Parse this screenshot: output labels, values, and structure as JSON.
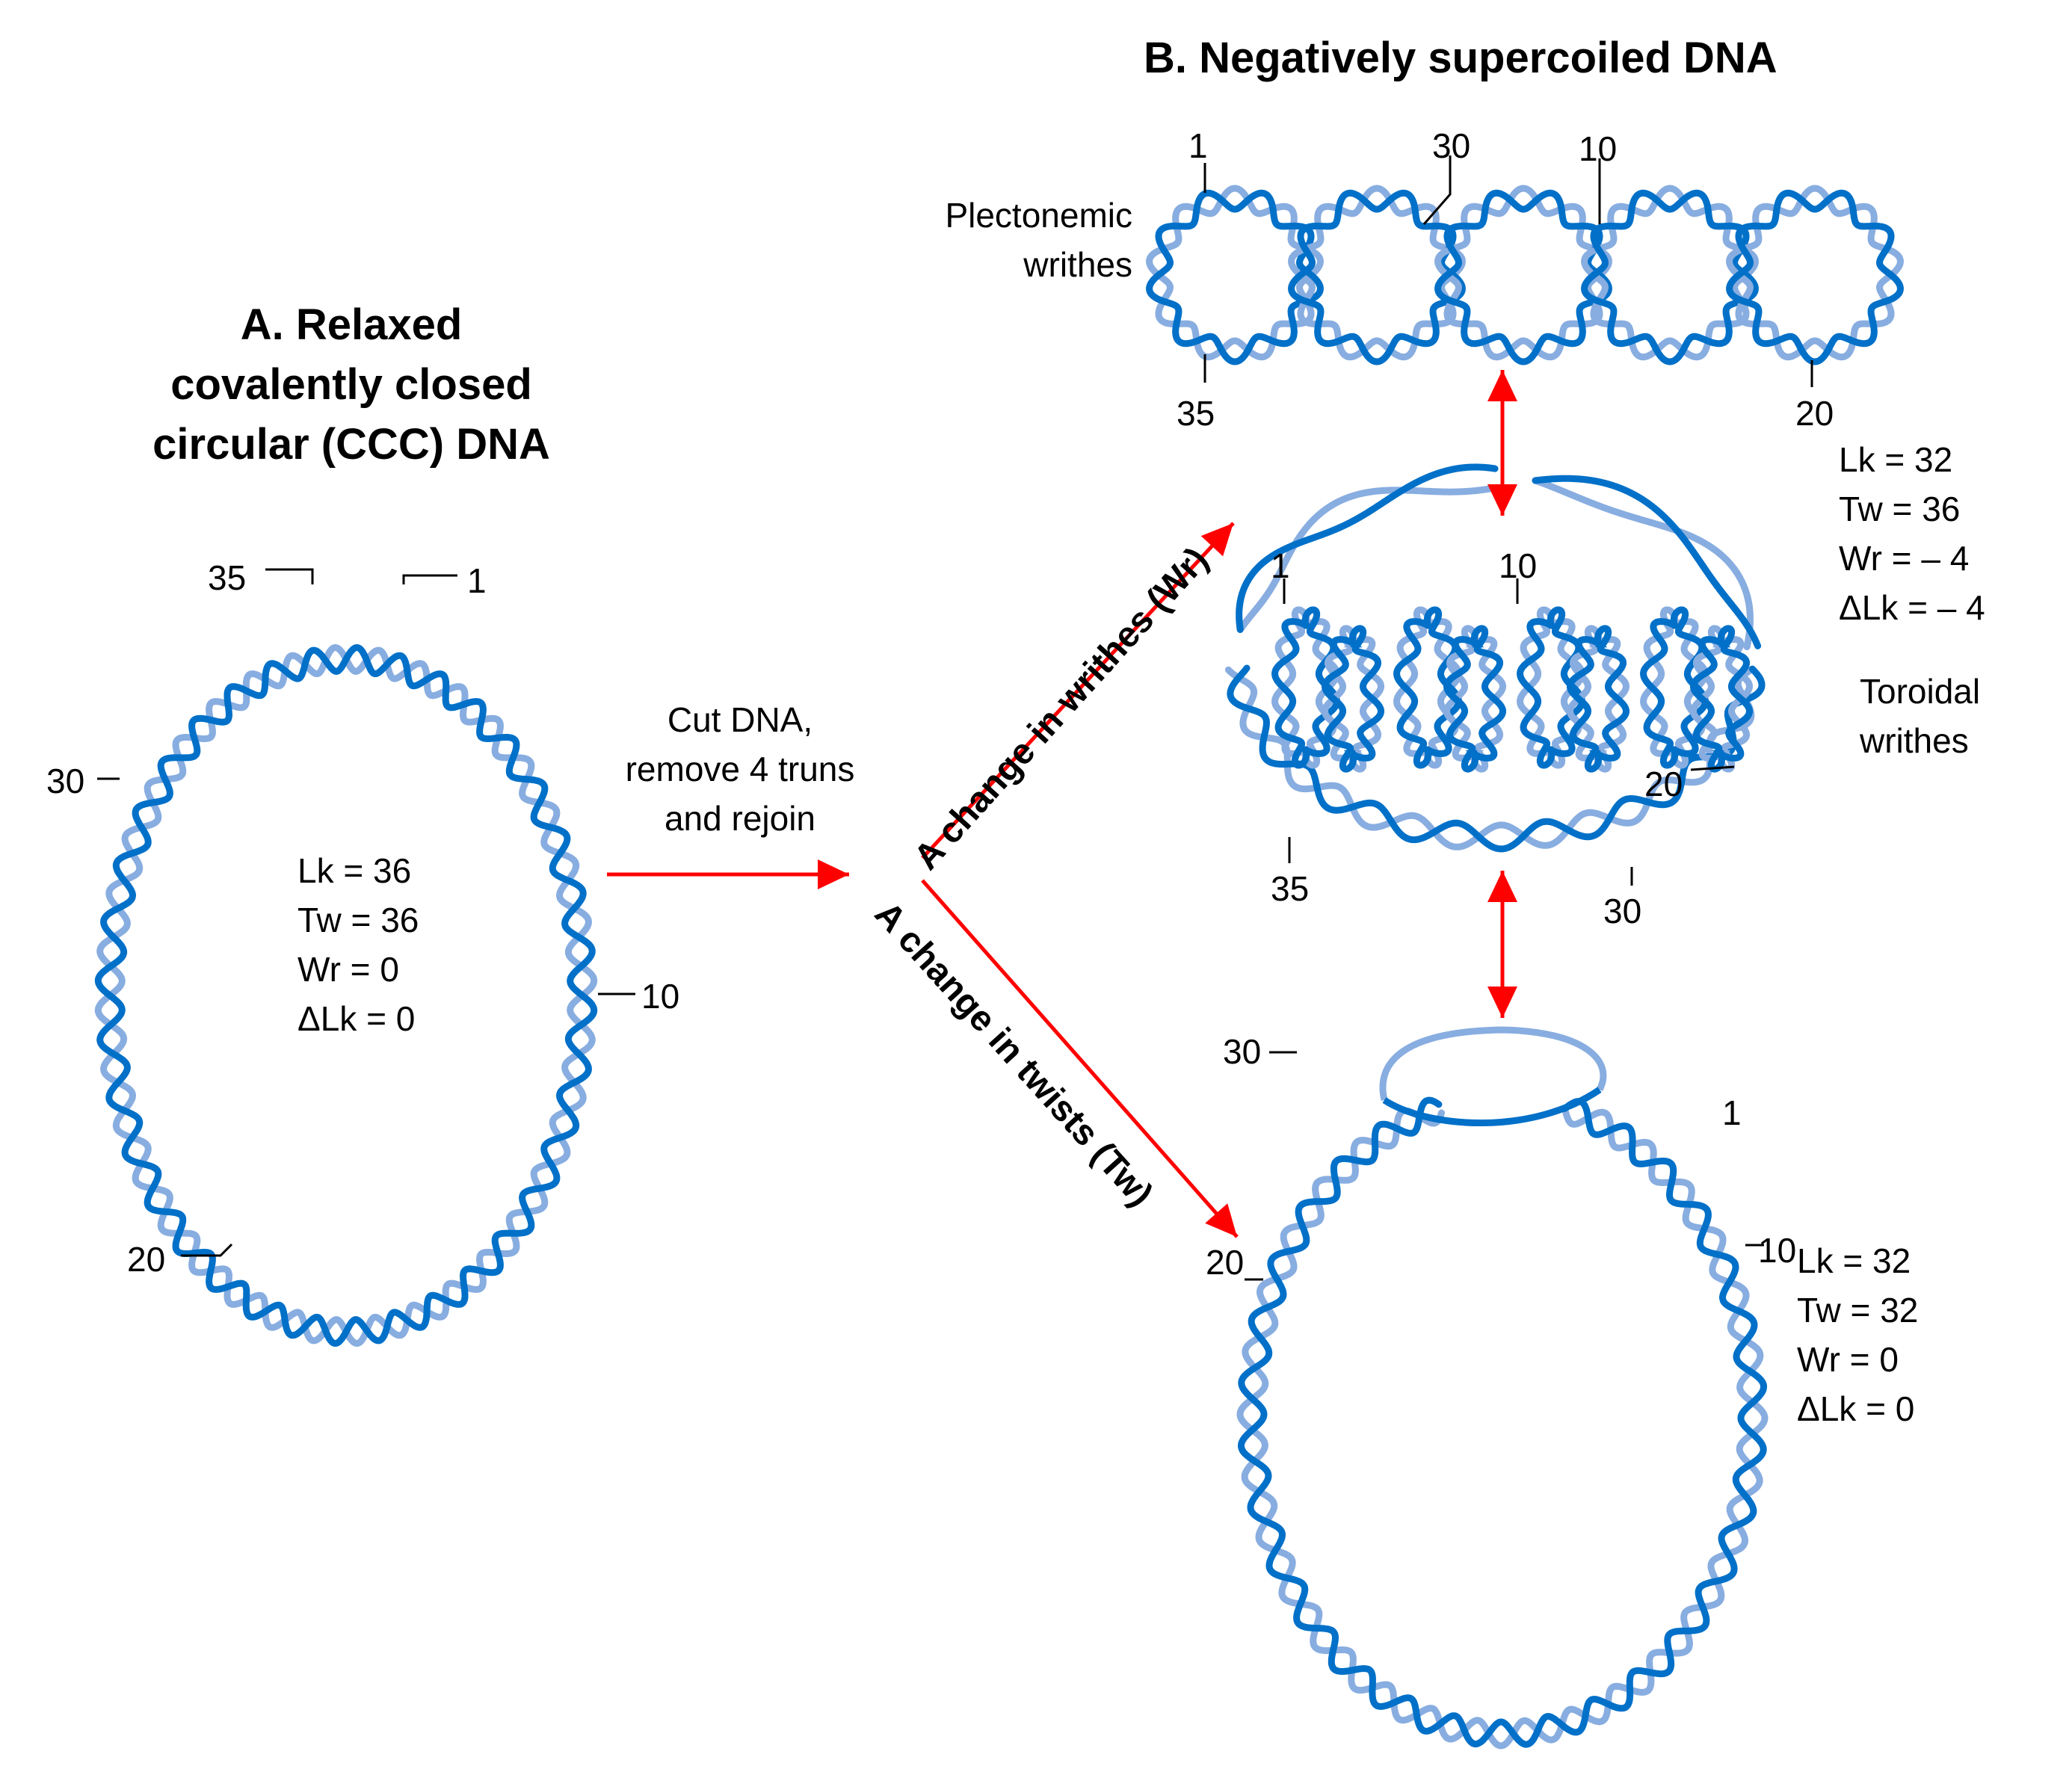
{
  "panel_a": {
    "title_lines": [
      "A. Relaxed",
      "covalently closed",
      "circular (CCC) DNA"
    ],
    "markers": [
      "35",
      "1",
      "30",
      "10",
      "20"
    ],
    "stats": [
      "Lk = 36",
      "Tw = 36",
      "Wr = 0",
      "ΔLk = 0"
    ]
  },
  "process": {
    "step_lines": [
      "Cut DNA,",
      "remove 4 truns",
      "and rejoin"
    ],
    "branch_writhe": "A change in writhes (Wr)",
    "branch_twist": "A change in twists (Tw)"
  },
  "panel_b": {
    "title": "B. Negatively supercoiled DNA",
    "plectonemic": {
      "label_lines": [
        "Plectonemic",
        "writhes"
      ],
      "markers": [
        "1",
        "30",
        "10",
        "35",
        "20"
      ]
    },
    "writhe_stats": [
      "Lk = 32",
      "Tw = 36",
      "Wr = – 4",
      "ΔLk = – 4"
    ],
    "toroidal": {
      "label_lines": [
        "Toroidal",
        "writhes"
      ],
      "markers": [
        "1",
        "10",
        "20",
        "35",
        "30"
      ]
    },
    "twisted": {
      "markers": [
        "30",
        "1",
        "10",
        "20"
      ],
      "stats": [
        "Lk = 32",
        "Tw = 32",
        "Wr = 0",
        "ΔLk = 0"
      ]
    }
  },
  "colors": {
    "strand_dark": "#0070c8",
    "strand_light": "#88ade0",
    "arrow": "#ff0000",
    "text": "#000000"
  }
}
